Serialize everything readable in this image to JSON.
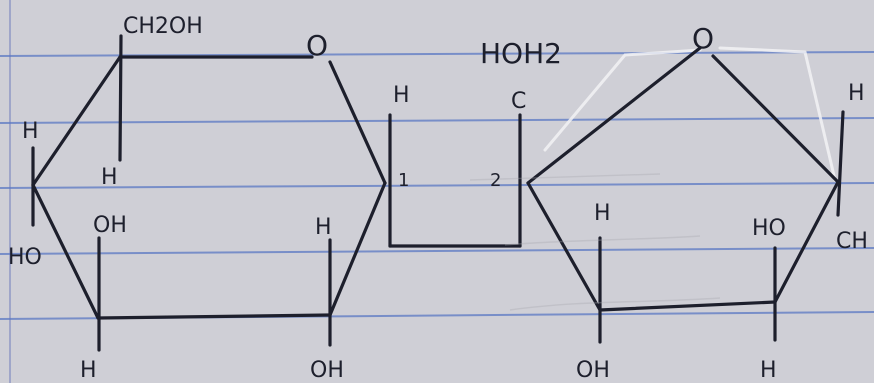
{
  "labels": {
    "glucose_ch2oh": "CH2OH",
    "glucose_ring_o": "O",
    "glucose_c5_h": "H",
    "glucose_c4_h": "H",
    "glucose_c4_ho": "HO",
    "glucose_c3_oh": "OH",
    "glucose_c3_h": "H",
    "glucose_c2_h": "H",
    "glucose_c2_oh": "OH",
    "glucose_c1_h": "H",
    "link_num_1": "1",
    "link_num_2": "2",
    "fructose_hoh2": "HOH2",
    "fructose_c": "C",
    "fructose_ring_o": "O",
    "fructose_c5_h": "H",
    "fructose_c3_h": "H",
    "fructose_c3_oh": "OH",
    "fructose_c4_ho": "HO",
    "fructose_c4_h": "H",
    "fructose_ch": "CH"
  },
  "colors": {
    "paper": "#cfcfd6",
    "ink": "#1d1f2c",
    "rule_line": "#5b79c4"
  }
}
